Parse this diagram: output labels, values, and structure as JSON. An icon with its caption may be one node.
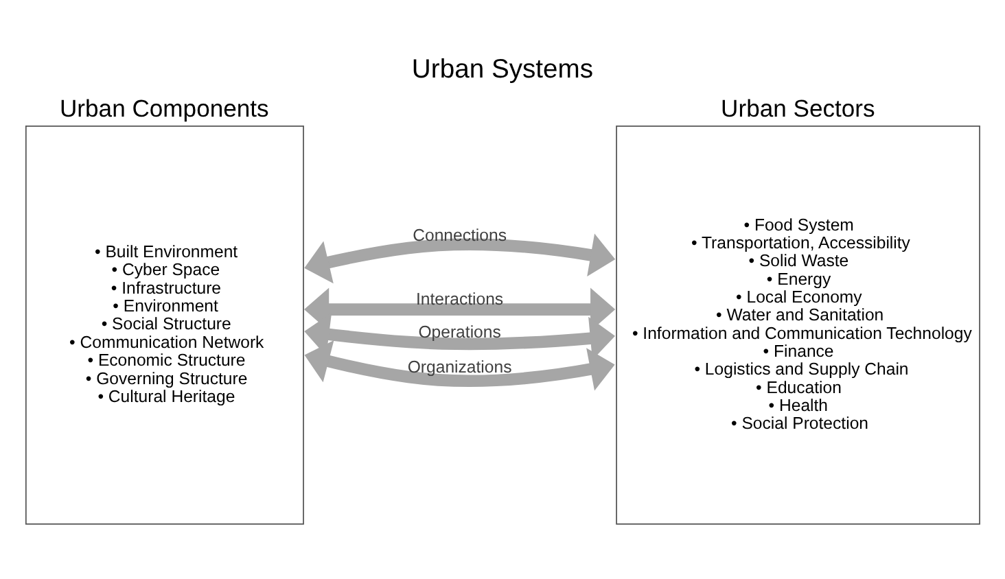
{
  "diagram": {
    "title": "Urban Systems",
    "nodes": [
      {
        "text": [
          "Urban Components",
          "• Built Environment",
          "• Cyber Space",
          "• Infrastructure",
          "• Environment",
          "• Social Structure",
          "• Communication Network",
          "• Economic Structure",
          "• Governing Structure",
          "• Cultural Heritage"
        ]
      },
      {
        "text": [
          "Urban Sectors",
          "• Food System",
          "• Transportation, Accessibility",
          "• Solid Waste",
          "• Energy",
          "• Local Economy",
          "• Water and Sanitation",
          "• Information and Communication Technology",
          "• Finance",
          "• Logistics and Supply Chain",
          "• Education",
          "• Health",
          "• Social Protection"
        ]
      }
    ],
    "edges": [
      {
        "from": 0,
        "to": 1,
        "arrow": "both",
        "label": "Connections"
      },
      {
        "from": 0,
        "to": 1,
        "arrow": "both",
        "label": "Interactions"
      },
      {
        "from": 0,
        "to": 1,
        "arrow": "both",
        "label": "Operations"
      },
      {
        "from": 0,
        "to": 1,
        "arrow": "both",
        "label": "Organizations"
      }
    ]
  }
}
